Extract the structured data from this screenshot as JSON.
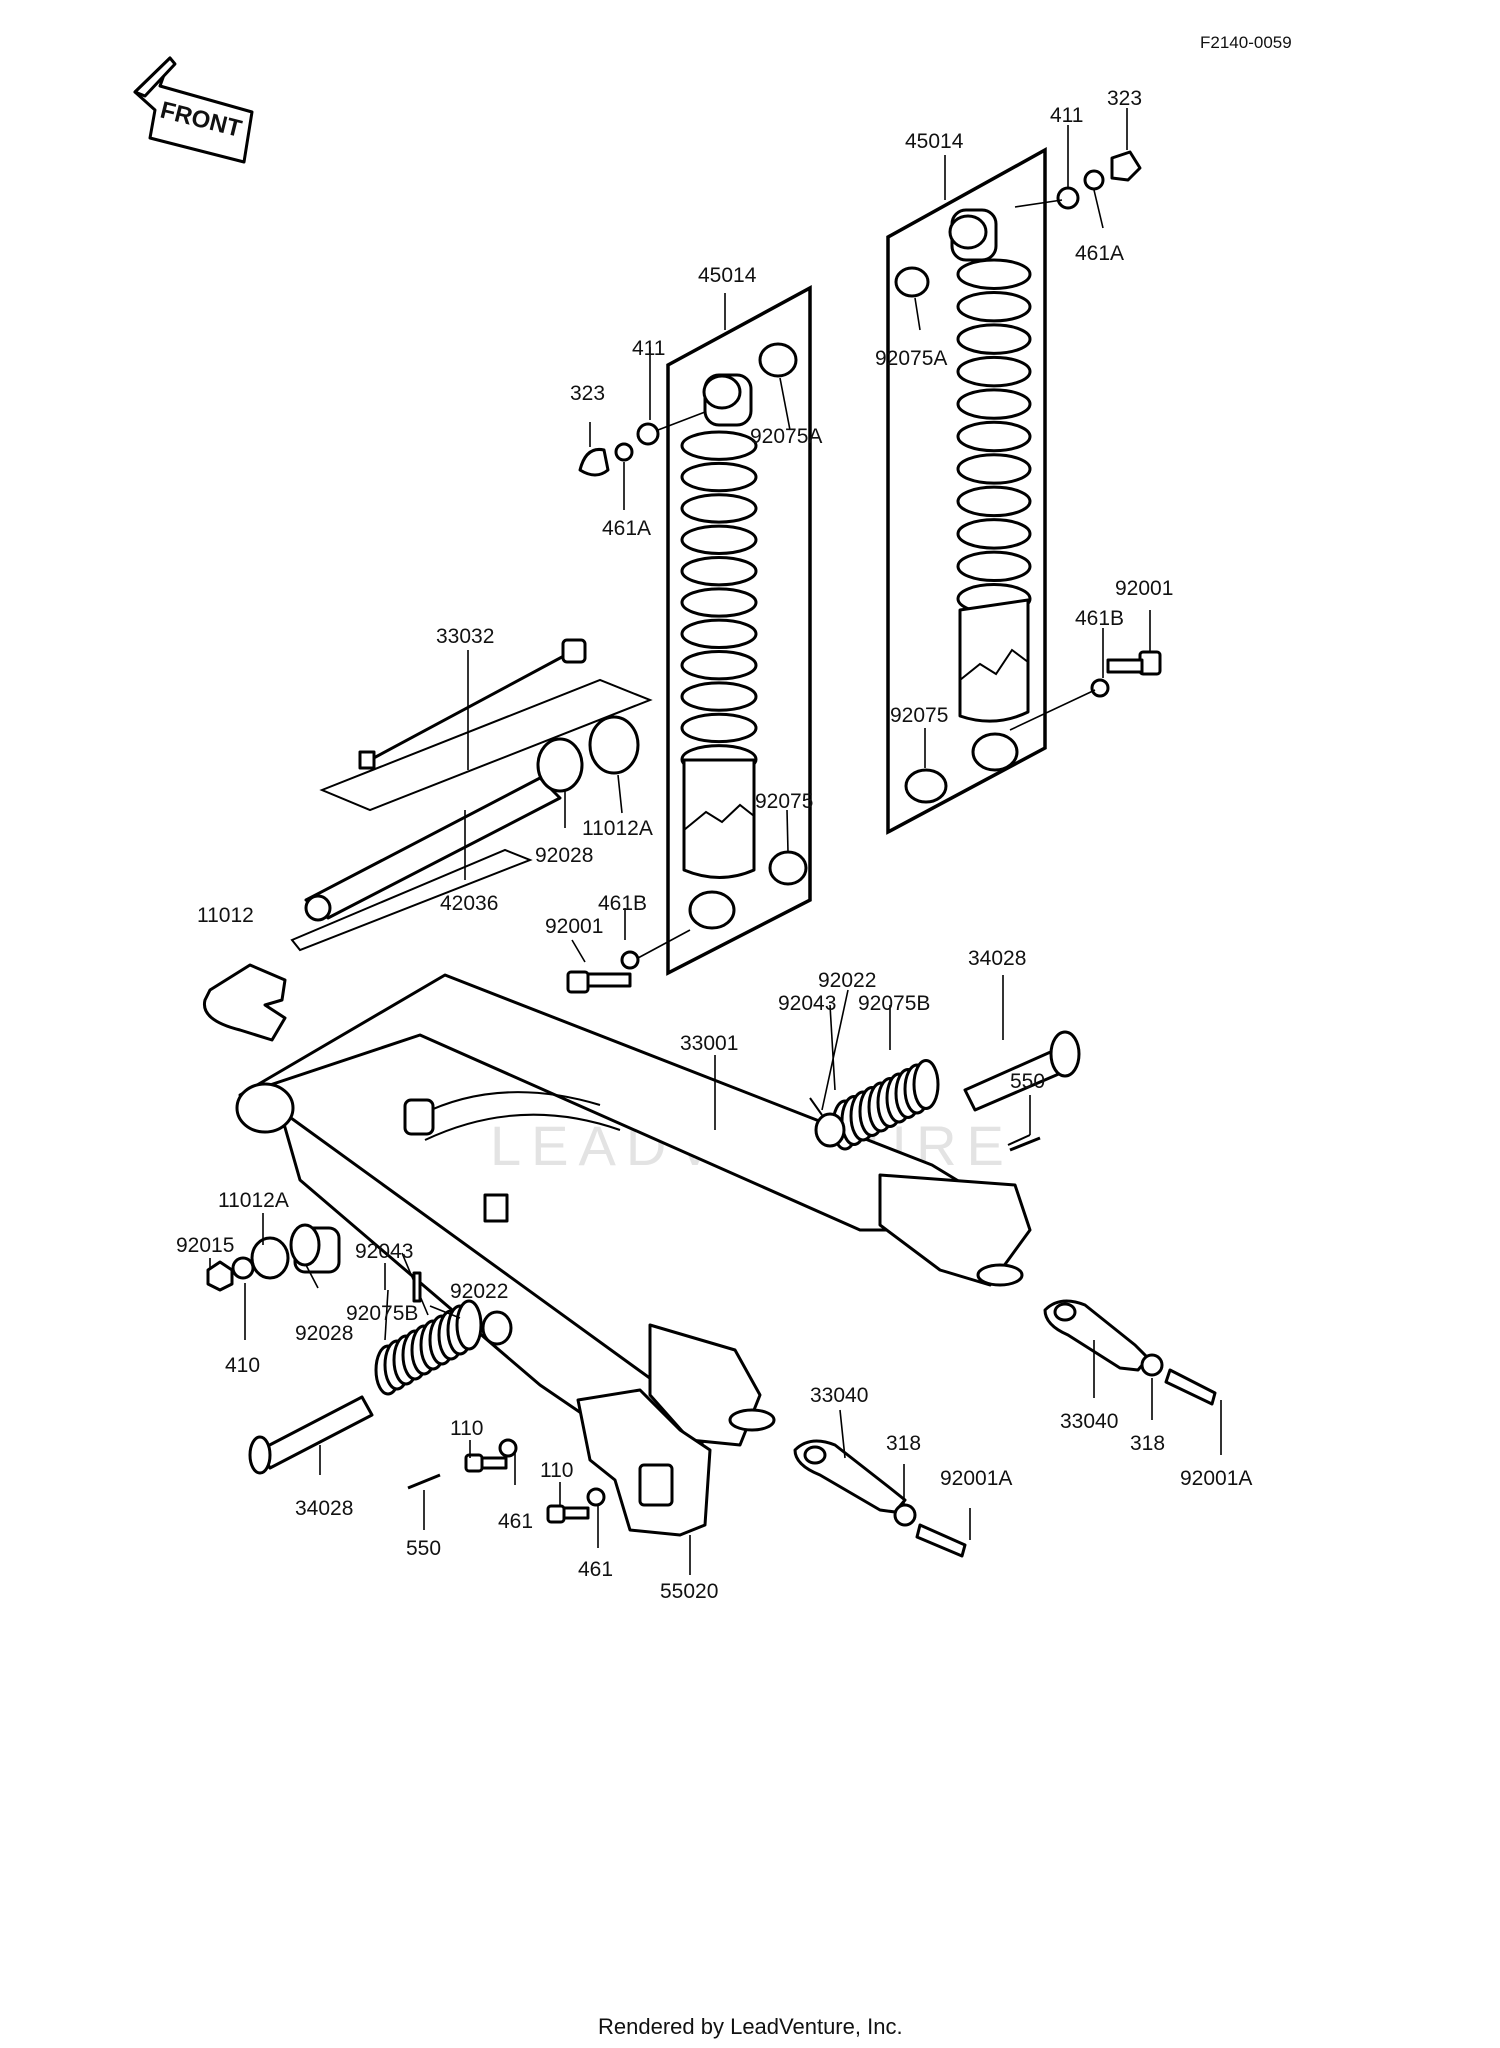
{
  "diagram_code": "F2140-0059",
  "front_label": "FRONT",
  "watermark": "LEADVENTURE",
  "footer": "Rendered by LeadVenture, Inc.",
  "part_labels": {
    "p45014_l": "45014",
    "p45014_r": "45014",
    "p411_l": "411",
    "p411_r": "411",
    "p323_l": "323",
    "p323_r": "323",
    "p461a_l": "461A",
    "p461a_r": "461A",
    "p92075a_l": "92075A",
    "p92075a_r": "92075A",
    "p92001_l": "92001",
    "p92001_r": "92001",
    "p461b_l": "461B",
    "p461b_r": "461B",
    "p92075_l": "92075",
    "p92075_r": "92075",
    "p33032": "33032",
    "p11012a_top": "11012A",
    "p92028_top": "92028",
    "p42036": "42036",
    "p11012": "11012",
    "p92022_top": "92022",
    "p92043_top": "92043",
    "p92075b_top": "92075B",
    "p34028_top": "34028",
    "p33001": "33001",
    "p550_top": "550",
    "p11012a_bot": "11012A",
    "p92015": "92015",
    "p92043_bot": "92043",
    "p92022_bot": "92022",
    "p92075b_bot": "92075B",
    "p410": "410",
    "p92028_bot": "92028",
    "p110_a": "110",
    "p110_b": "110",
    "p461_a": "461",
    "p461_b": "461",
    "p34028_bot": "34028",
    "p550_bot": "550",
    "p55020": "55020",
    "p33040_l": "33040",
    "p318_l": "318",
    "p92001a_l": "92001A",
    "p33040_r": "33040",
    "p318_r": "318",
    "p92001a_r": "92001A"
  }
}
